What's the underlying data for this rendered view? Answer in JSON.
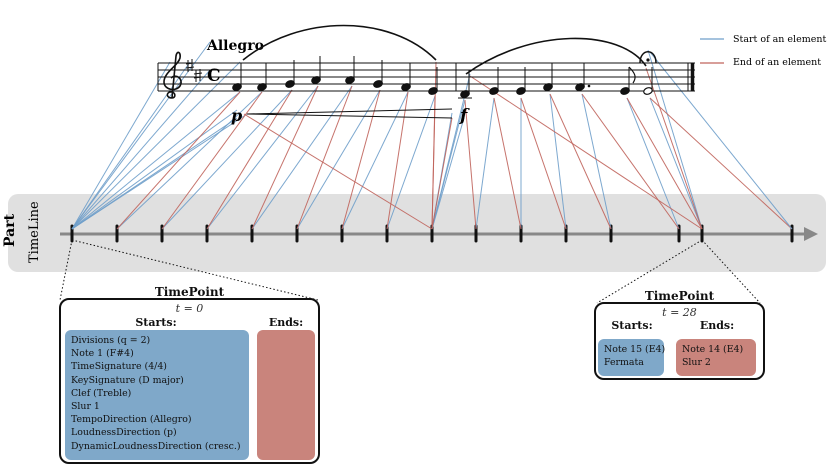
{
  "legend": {
    "start": {
      "label": "Start of an element",
      "color": "#6f9fca"
    },
    "end": {
      "label": "End of an element",
      "color": "#c0645c"
    }
  },
  "score": {
    "tempo": "Allegro",
    "dynamic_p": "p",
    "dynamic_f": "f",
    "time_signature_symbol": "C",
    "key_signature": "2 sharps",
    "clef": "treble-clef-icon",
    "fermata": "fermata-icon"
  },
  "timeline": {
    "part_label": "Part",
    "timeline_label": "TimeLine",
    "band_color": "#e0e0e0"
  },
  "timepoint_left": {
    "title": "TimePoint",
    "t": "t = 0",
    "starts_label": "Starts:",
    "ends_label": "Ends:",
    "starts": [
      "Divisions (q = 2)",
      "Note 1 (F#4)",
      "TimeSignature (4/4)",
      "KeySignature (D major)",
      "Clef (Treble)",
      "Slur 1",
      "TempoDirection (Allegro)",
      "LoudnessDirection (p)",
      "DynamicLoudnessDirection (cresc.)"
    ],
    "ends": []
  },
  "timepoint_right": {
    "title": "TimePoint",
    "t": "t = 28",
    "starts_label": "Starts:",
    "ends_label": "Ends:",
    "starts": [
      "Note 15 (E4)",
      "Fermata"
    ],
    "ends": [
      "Note 14 (E4)",
      "Slur 2"
    ]
  }
}
